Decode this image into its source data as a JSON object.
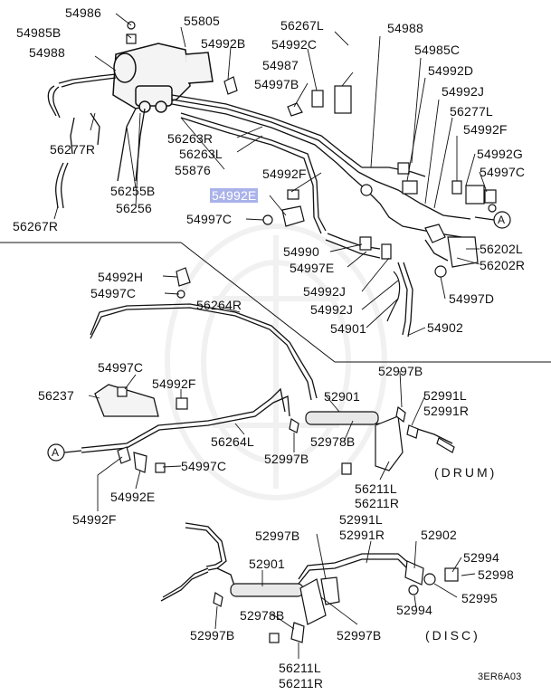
{
  "diagram": {
    "highlight_color": "#aab2ea",
    "line_color": "#111111",
    "sections": {
      "drum": "(DRUM)",
      "disc": "(DISC)"
    },
    "figure_code": "3ER6A03",
    "connector_mark": "A",
    "labels": {
      "p54986": "54986",
      "p54985B": "54985B",
      "p55805": "55805",
      "p54988_left": "54988",
      "p54992B": "54992B",
      "p56267L": "56267L",
      "p54988_right": "54988",
      "p54992C": "54992C",
      "p54985C": "54985C",
      "p54987": "54987",
      "p54992D": "54992D",
      "p54997B_top": "54997B",
      "p54992J_top": "54992J",
      "p56277L": "56277L",
      "p56277R": "56277R",
      "p54992F_top": "54992F",
      "p56263R": "56263R",
      "p56263L": "56263L",
      "p55876": "55876",
      "p54992G": "54992G",
      "p54997C_right": "54997C",
      "p54992F_mid": "54992F",
      "p56255B": "56255B",
      "p56256": "56256",
      "p54992E_highlight": "54992E",
      "p56267R": "56267R",
      "p54997C_mid": "54997C",
      "p56202L": "56202L",
      "p56202R": "56202R",
      "p54990": "54990",
      "p54997E": "54997E",
      "p54992H": "54992H",
      "p54997D": "54997D",
      "p54997C_left": "54997C",
      "p54992J_a": "54992J",
      "p56264R": "56264R",
      "p54992J_b": "54992J",
      "p54901": "54901",
      "p54902": "54902",
      "p54997C_l2": "54997C",
      "p52997B_drum_top": "52997B",
      "p56237": "56237",
      "p54992F_l2": "54992F",
      "p52901_drum": "52901",
      "p52991L_drum": "52991L",
      "p52991R_drum": "52991R",
      "p56264L": "56264L",
      "p52978B_drum": "52978B",
      "p52997B_drum": "52997B",
      "p54997C_bottom": "54997C",
      "p54992E_bottom": "54992E",
      "p56211L_drum": "56211L",
      "p56211R_drum": "56211R",
      "p54992F_bottom": "54992F",
      "p52997B_disc_top": "52997B",
      "p52991L_disc": "52991L",
      "p52991R_disc": "52991R",
      "p52902": "52902",
      "p52994_a": "52994",
      "p52998": "52998",
      "p52901_disc": "52901",
      "p52995": "52995",
      "p52994_b": "52994",
      "p52978B_disc": "52978B",
      "p52997B_disc_l": "52997B",
      "p52997B_disc_r": "52997B",
      "p56211L_disc": "56211L",
      "p56211R_disc": "56211R"
    }
  }
}
